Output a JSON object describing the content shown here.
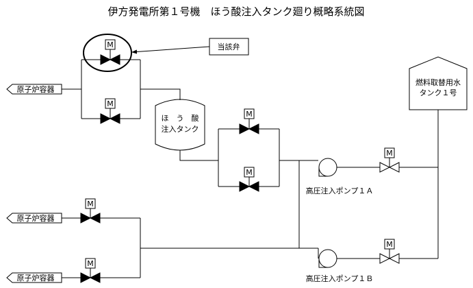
{
  "title": "伊方発電所第１号機　ほう酸注入タンク廻り概略系統図",
  "callout": {
    "label": "当該弁"
  },
  "tanks": {
    "boric_acid_line1": "ほ　う　酸",
    "boric_acid_line2": "注入タンク",
    "fuel_water_line1": "燃料取替用水",
    "fuel_water_line2": "タンク１号"
  },
  "pumps": {
    "pump_a_label": "高圧注入ポンプ１Ａ",
    "pump_b_label": "高圧注入ポンプ１Ｂ"
  },
  "destinations": {
    "top": "原子炉容器",
    "middle": "原子炉容器",
    "bottom": "原子炉容器"
  },
  "motor_symbol": "M"
}
